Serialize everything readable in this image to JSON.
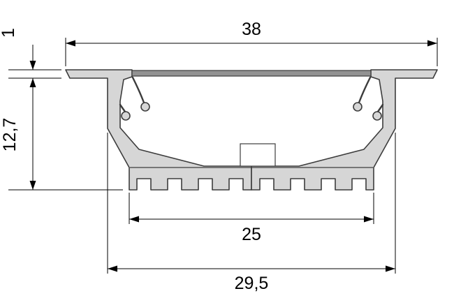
{
  "drawing": {
    "dimensions": {
      "overall_width": "38",
      "flange_thickness": "1",
      "height": "12,7",
      "base_width": "25",
      "body_width": "29,5"
    },
    "colors": {
      "background": "#ffffff",
      "profile_fill": "#d6d6d6",
      "cover_fill": "#929292",
      "outline": "#3c3c3c",
      "dimension": "#000000"
    }
  }
}
